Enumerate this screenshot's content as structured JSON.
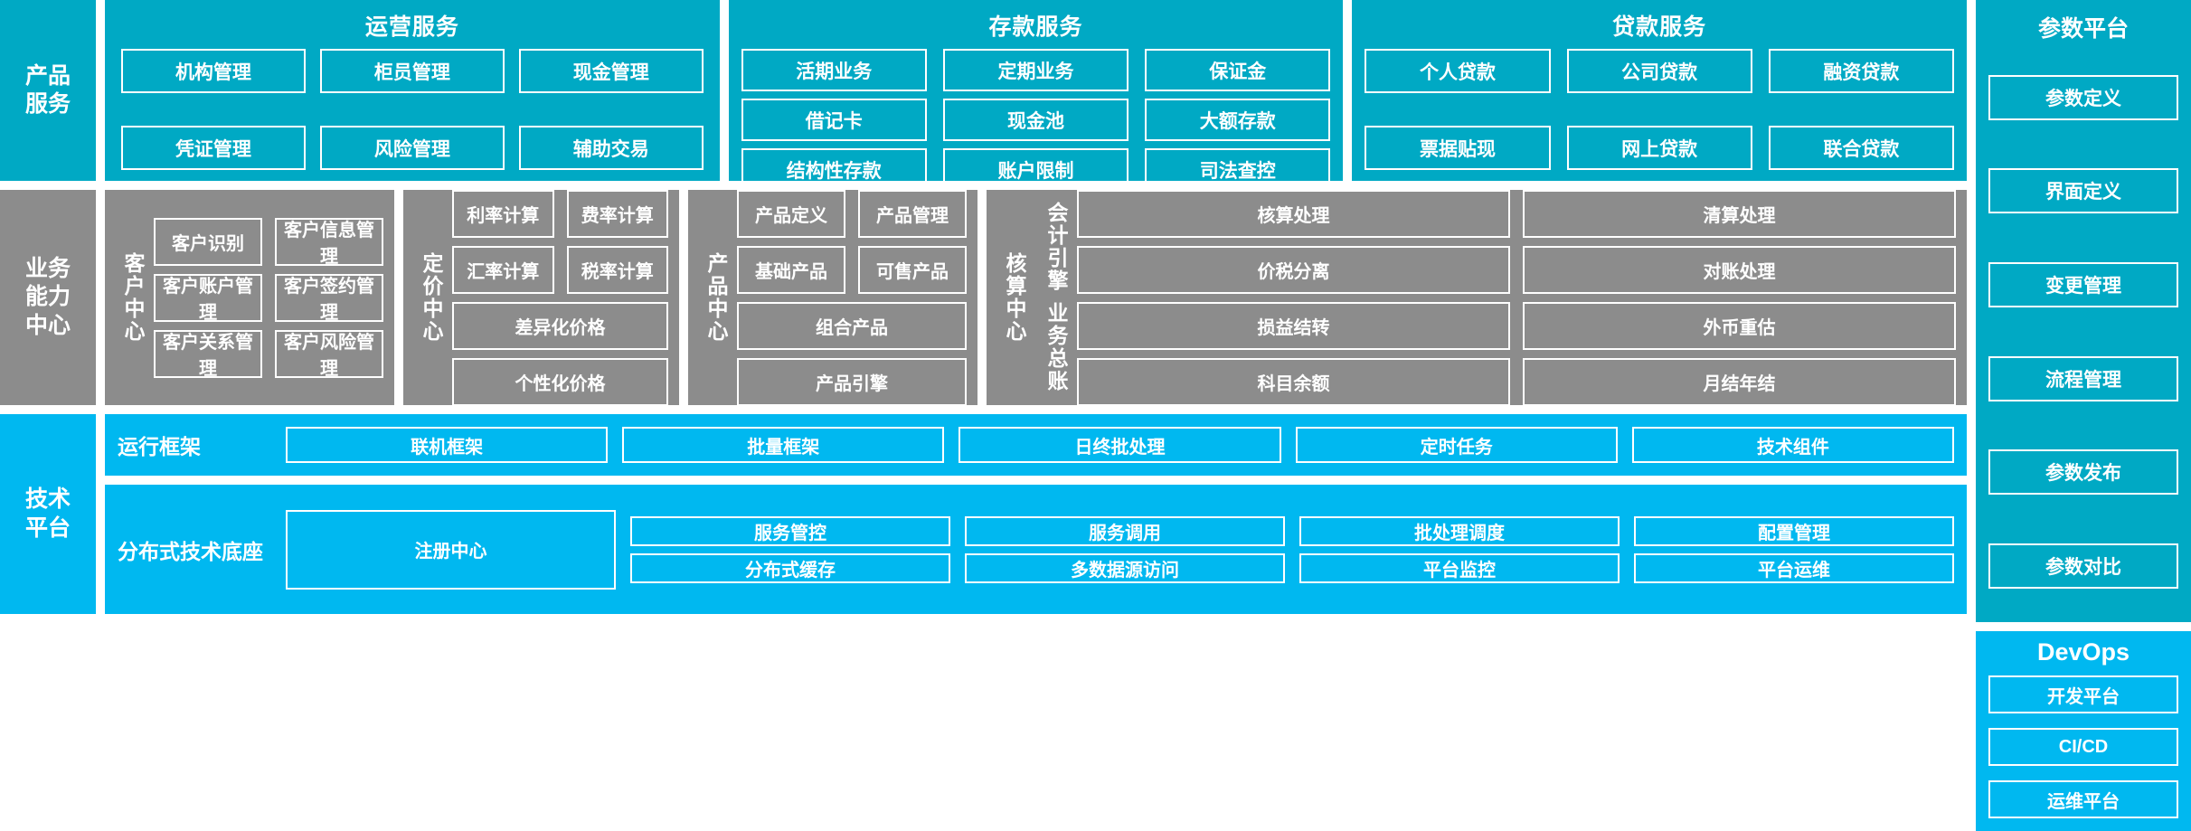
{
  "colors": {
    "teal": "#00A9C4",
    "gray": "#8C8C8C",
    "blue": "#00B8F0",
    "border": "#FFFFFF"
  },
  "rows": {
    "product_services": {
      "side_label": "产品\n服务",
      "groups": [
        {
          "title": "运营服务",
          "rows": [
            [
              "机构管理",
              "柜员管理",
              "现金管理"
            ],
            [
              "凭证管理",
              "风险管理",
              "辅助交易"
            ]
          ]
        },
        {
          "title": "存款服务",
          "rows": [
            [
              "活期业务",
              "定期业务",
              "保证金"
            ],
            [
              "借记卡",
              "现金池",
              "大额存款"
            ],
            [
              "结构性存款",
              "账户限制",
              "司法查控"
            ]
          ]
        },
        {
          "title": "贷款服务",
          "rows": [
            [
              "个人贷款",
              "公司贷款",
              "融资贷款"
            ],
            [
              "票据贴现",
              "网上贷款",
              "联合贷款"
            ]
          ]
        }
      ]
    },
    "business_capability": {
      "side_label": "业务\n能力\n中心",
      "centers": [
        {
          "vlabel": "客户中心",
          "rows": [
            [
              "客户识别",
              "客户信息管理"
            ],
            [
              "客户账户管理",
              "客户签约管理"
            ],
            [
              "客户关系管理",
              "客户风险管理"
            ]
          ]
        },
        {
          "vlabel": "定价中心",
          "rows": [
            [
              "利率计算",
              "费率计算"
            ],
            [
              "汇率计算",
              "税率计算"
            ],
            [
              "差异化价格"
            ],
            [
              "个性化价格"
            ]
          ]
        },
        {
          "vlabel": "产品中心",
          "rows": [
            [
              "产品定义",
              "产品管理"
            ],
            [
              "基础产品",
              "可售产品"
            ],
            [
              "组合产品"
            ],
            [
              "产品引擎"
            ]
          ]
        },
        {
          "vlabel": "核算中心",
          "sub_labels": [
            "会计引擎",
            "业务总账"
          ],
          "rows": [
            [
              "核算处理",
              "清算处理"
            ],
            [
              "价税分离",
              "对账处理"
            ],
            [
              "损益结转",
              "外币重估"
            ],
            [
              "科目余额",
              "月结年结"
            ]
          ]
        }
      ]
    },
    "technical_platform": {
      "side_label": "技术\n平台",
      "run_framework": {
        "label": "运行框架",
        "items": [
          "联机框架",
          "批量框架",
          "日终批处理",
          "定时任务",
          "技术组件"
        ]
      },
      "distributed_base": {
        "label": "分布式技术底座",
        "big_item": "注册中心",
        "columns": [
          [
            "服务管控",
            "分布式缓存"
          ],
          [
            "服务调用",
            "多数据源访问"
          ],
          [
            "批处理调度",
            "平台监控"
          ],
          [
            "配置管理",
            "平台运维"
          ]
        ]
      }
    }
  },
  "right_column": {
    "parameter_platform": {
      "title": "参数平台",
      "items": [
        "参数定义",
        "界面定义",
        "变更管理",
        "流程管理",
        "参数发布",
        "参数对比"
      ]
    },
    "devops": {
      "title": "DevOps",
      "items": [
        "开发平台",
        "CI/CD",
        "运维平台"
      ]
    }
  }
}
